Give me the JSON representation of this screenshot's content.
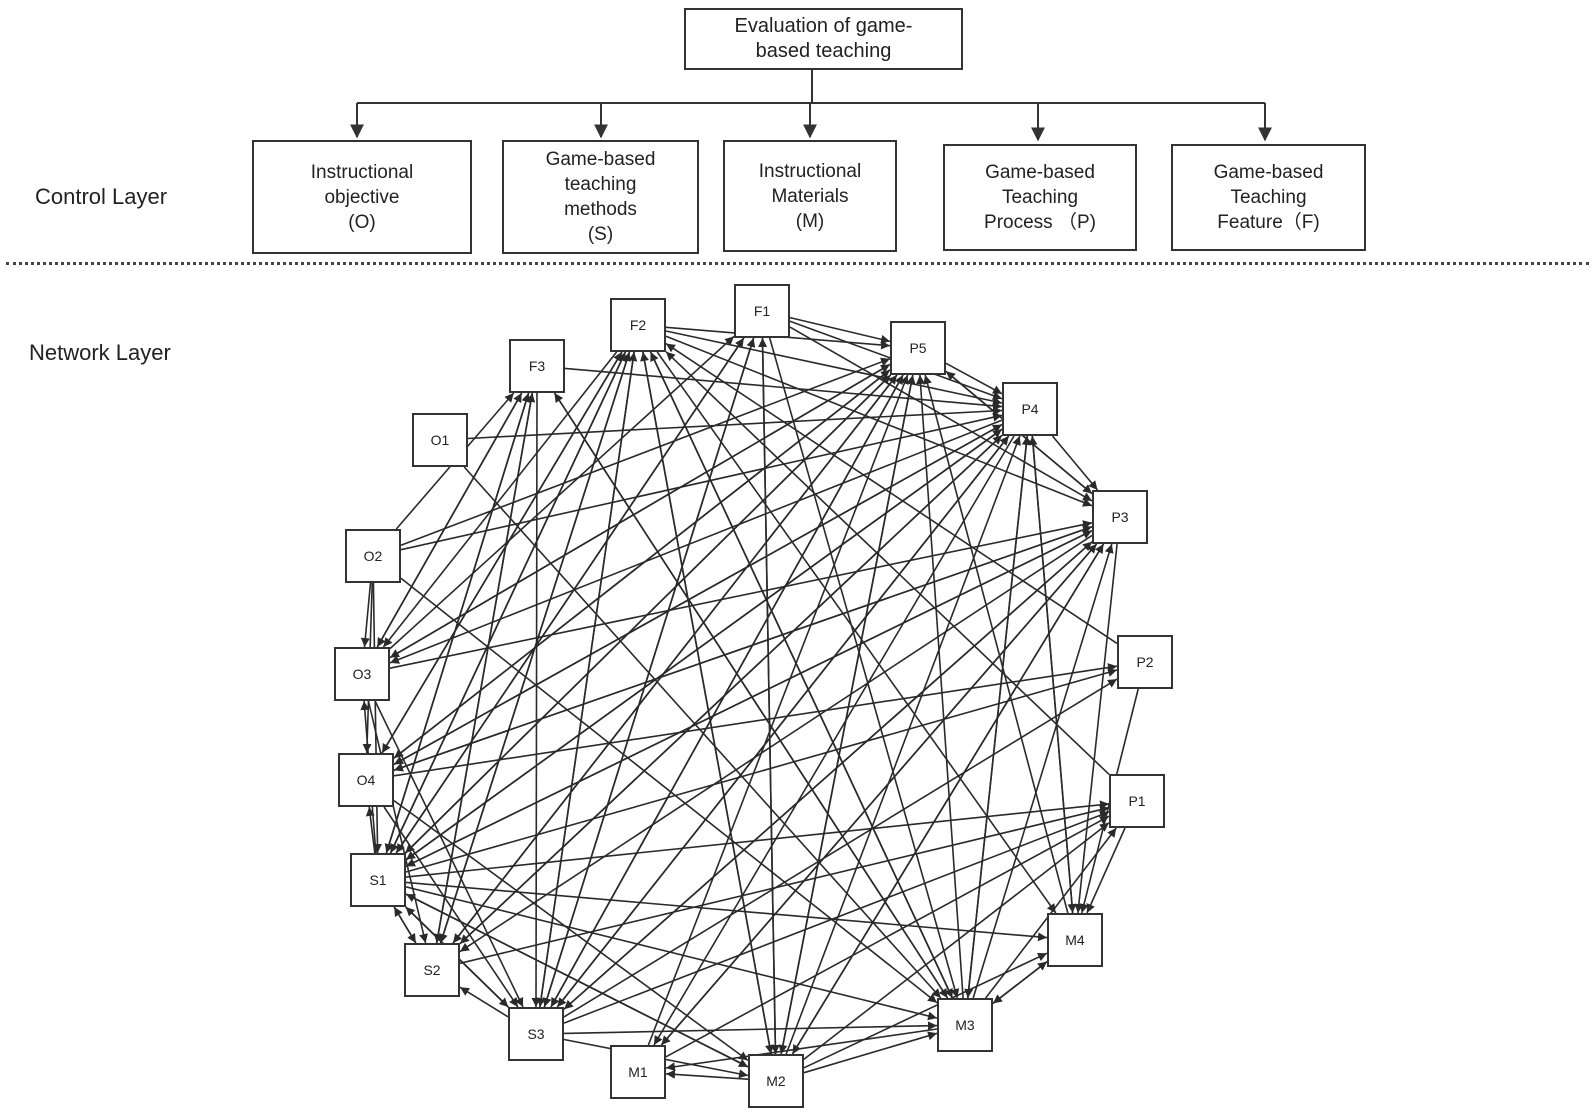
{
  "control_layer_label": "Control Layer",
  "network_layer_label": "Network Layer",
  "goal": {
    "lines": [
      "Evaluation of game-",
      "based teaching"
    ]
  },
  "categories": [
    {
      "id": "O",
      "lines": [
        "Instructional",
        "objective",
        "(O)"
      ]
    },
    {
      "id": "S",
      "lines": [
        "Game-based",
        "teaching",
        "methods",
        "(S)"
      ]
    },
    {
      "id": "M",
      "lines": [
        "Instructional",
        "Materials",
        "(M)"
      ]
    },
    {
      "id": "P",
      "lines": [
        "Game-based",
        "Teaching",
        "Process （P)"
      ]
    },
    {
      "id": "F",
      "lines": [
        "Game-based",
        "Teaching",
        "Feature（F)"
      ]
    }
  ],
  "nodes": [
    {
      "id": "F1",
      "label": "F1"
    },
    {
      "id": "F2",
      "label": "F2"
    },
    {
      "id": "F3",
      "label": "F3"
    },
    {
      "id": "O1",
      "label": "O1"
    },
    {
      "id": "O2",
      "label": "O2"
    },
    {
      "id": "O3",
      "label": "O3"
    },
    {
      "id": "O4",
      "label": "O4"
    },
    {
      "id": "S1",
      "label": "S1"
    },
    {
      "id": "S2",
      "label": "S2"
    },
    {
      "id": "S3",
      "label": "S3"
    },
    {
      "id": "M1",
      "label": "M1"
    },
    {
      "id": "M2",
      "label": "M2"
    },
    {
      "id": "M3",
      "label": "M3"
    },
    {
      "id": "M4",
      "label": "M4"
    },
    {
      "id": "P1",
      "label": "P1"
    },
    {
      "id": "P2",
      "label": "P2"
    },
    {
      "id": "P3",
      "label": "P3"
    },
    {
      "id": "P4",
      "label": "P4"
    },
    {
      "id": "P5",
      "label": "P5"
    }
  ],
  "edges": [
    [
      "S3",
      "F2"
    ],
    [
      "S2",
      "F2"
    ],
    [
      "S1",
      "F2"
    ],
    [
      "O4",
      "F2"
    ],
    [
      "M2",
      "F2"
    ],
    [
      "M3",
      "F2"
    ],
    [
      "P2",
      "F2"
    ],
    [
      "P1",
      "F2"
    ],
    [
      "S1",
      "F1"
    ],
    [
      "S3",
      "F1"
    ],
    [
      "M2",
      "F1"
    ],
    [
      "O3",
      "F1"
    ],
    [
      "S1",
      "F3"
    ],
    [
      "S2",
      "F3"
    ],
    [
      "O2",
      "F3"
    ],
    [
      "O3",
      "F3"
    ],
    [
      "M3",
      "F3"
    ],
    [
      "F1",
      "P5"
    ],
    [
      "F2",
      "P5"
    ],
    [
      "S1",
      "P5"
    ],
    [
      "S2",
      "P5"
    ],
    [
      "S3",
      "P5"
    ],
    [
      "O3",
      "P5"
    ],
    [
      "O4",
      "P5"
    ],
    [
      "M1",
      "P5"
    ],
    [
      "M2",
      "P5"
    ],
    [
      "M3",
      "P5"
    ],
    [
      "P3",
      "P5"
    ],
    [
      "M4",
      "P5"
    ],
    [
      "F1",
      "P4"
    ],
    [
      "F2",
      "P4"
    ],
    [
      "F3",
      "P4"
    ],
    [
      "S1",
      "P4"
    ],
    [
      "S2",
      "P4"
    ],
    [
      "S3",
      "P4"
    ],
    [
      "O2",
      "P4"
    ],
    [
      "O4",
      "P4"
    ],
    [
      "M2",
      "P4"
    ],
    [
      "M3",
      "P4"
    ],
    [
      "M4",
      "P4"
    ],
    [
      "P5",
      "P4"
    ],
    [
      "F2",
      "P3"
    ],
    [
      "F1",
      "P3"
    ],
    [
      "P5",
      "P3"
    ],
    [
      "P4",
      "P3"
    ],
    [
      "S1",
      "P3"
    ],
    [
      "S3",
      "P3"
    ],
    [
      "M2",
      "P3"
    ],
    [
      "M3",
      "P3"
    ],
    [
      "M1",
      "P3"
    ],
    [
      "O4",
      "P3"
    ],
    [
      "O3",
      "P3"
    ],
    [
      "S1",
      "P2"
    ],
    [
      "S3",
      "P2"
    ],
    [
      "O4",
      "P2"
    ],
    [
      "S1",
      "P1"
    ],
    [
      "M1",
      "P1"
    ],
    [
      "M2",
      "P1"
    ],
    [
      "M3",
      "P1"
    ],
    [
      "S3",
      "P1"
    ],
    [
      "F2",
      "S1"
    ],
    [
      "F3",
      "S1"
    ],
    [
      "F1",
      "S1"
    ],
    [
      "P5",
      "S1"
    ],
    [
      "P4",
      "S1"
    ],
    [
      "P3",
      "S1"
    ],
    [
      "O2",
      "S1"
    ],
    [
      "M2",
      "S1"
    ],
    [
      "F2",
      "S2"
    ],
    [
      "F3",
      "S2"
    ],
    [
      "P5",
      "S2"
    ],
    [
      "P4",
      "S2"
    ],
    [
      "P3",
      "S2"
    ],
    [
      "S1",
      "S2"
    ],
    [
      "S3",
      "S2"
    ],
    [
      "O3",
      "S2"
    ],
    [
      "F2",
      "S3"
    ],
    [
      "F3",
      "S3"
    ],
    [
      "F1",
      "S3"
    ],
    [
      "S1",
      "S3"
    ],
    [
      "O4",
      "S3"
    ],
    [
      "O3",
      "S3"
    ],
    [
      "P4",
      "S3"
    ],
    [
      "P3",
      "S3"
    ],
    [
      "P5",
      "S3"
    ],
    [
      "P5",
      "O3"
    ],
    [
      "P4",
      "O3"
    ],
    [
      "F3",
      "O3"
    ],
    [
      "F2",
      "O3"
    ],
    [
      "S1",
      "O3"
    ],
    [
      "O2",
      "O3"
    ],
    [
      "P5",
      "O4"
    ],
    [
      "P4",
      "O4"
    ],
    [
      "P3",
      "O4"
    ],
    [
      "F2",
      "O4"
    ],
    [
      "S1",
      "O4"
    ],
    [
      "O2",
      "O4"
    ],
    [
      "M2",
      "M1"
    ],
    [
      "M3",
      "M1"
    ],
    [
      "P3",
      "M1"
    ],
    [
      "P4",
      "M1"
    ],
    [
      "S1",
      "M2"
    ],
    [
      "F2",
      "M2"
    ],
    [
      "F1",
      "M2"
    ],
    [
      "P5",
      "M2"
    ],
    [
      "P3",
      "M2"
    ],
    [
      "O4",
      "M2"
    ],
    [
      "S3",
      "M2"
    ],
    [
      "S1",
      "M3"
    ],
    [
      "F2",
      "M3"
    ],
    [
      "F3",
      "M3"
    ],
    [
      "O1",
      "M3"
    ],
    [
      "O2",
      "M3"
    ],
    [
      "P4",
      "M3"
    ],
    [
      "M2",
      "M3"
    ],
    [
      "M4",
      "M3"
    ],
    [
      "S3",
      "M3"
    ],
    [
      "F1",
      "M3"
    ],
    [
      "S1",
      "M4"
    ],
    [
      "P3",
      "M4"
    ],
    [
      "P4",
      "M4"
    ],
    [
      "P1",
      "M4"
    ],
    [
      "M2",
      "M4"
    ],
    [
      "M3",
      "M4"
    ],
    [
      "P2",
      "M4"
    ],
    [
      "F2",
      "M4"
    ],
    [
      "O2",
      "P5"
    ],
    [
      "O1",
      "P4"
    ],
    [
      "S2",
      "S1"
    ],
    [
      "S3",
      "S1"
    ],
    [
      "S2",
      "P1"
    ]
  ]
}
